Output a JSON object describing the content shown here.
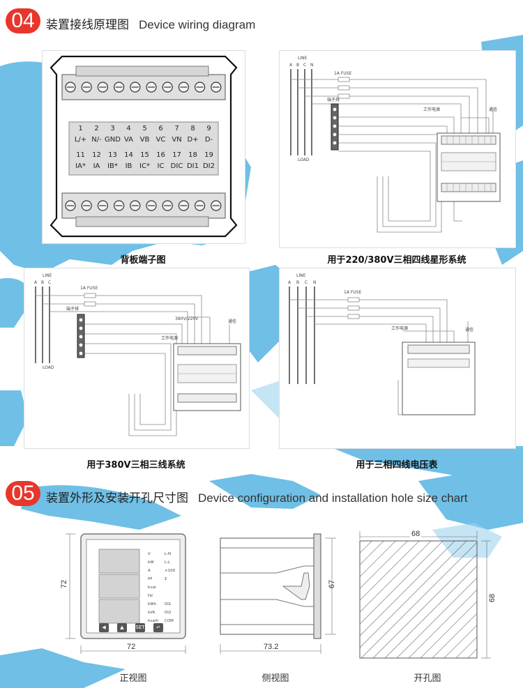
{
  "section04": {
    "num": "04",
    "title_cn": "装置接线原理图",
    "title_en": "Device wiring diagram"
  },
  "section05": {
    "num": "05",
    "title_cn": "装置外形及安装开孔尺寸图",
    "title_en": "Device configuration and installation hole size chart"
  },
  "terminal_board": {
    "caption": "背板端子图",
    "row1_numbers": [
      "1",
      "2",
      "3",
      "4",
      "5",
      "6",
      "7",
      "8",
      "9"
    ],
    "row1_labels": [
      "L/+",
      "N/-",
      "GND",
      "VA",
      "VB",
      "VC",
      "VN",
      "D+",
      "D-"
    ],
    "row2_numbers": [
      "11",
      "12",
      "13",
      "14",
      "15",
      "16",
      "17",
      "18",
      "19"
    ],
    "row2_labels": [
      "IA*",
      "IA",
      "IB*",
      "IB",
      "IC*",
      "IC",
      "DIC",
      "DI1",
      "DI2"
    ]
  },
  "wiring_star": {
    "caption": "用于220/380V三相四线星形系统",
    "line": "LINE",
    "phases": [
      "A",
      "B",
      "C",
      "N"
    ],
    "fuse": "1A FUSE",
    "terminal": "端子排",
    "power": "工作电源",
    "comm": "通信",
    "load": "LOAD"
  },
  "wiring_3wire": {
    "caption": "用于380V三相三线系统",
    "line": "LINE",
    "phases": [
      "A",
      "B",
      "C"
    ],
    "fuse": "1A FUSE",
    "terminal": "端子排",
    "power": "工作电源",
    "comm": "通信",
    "load": "LOAD",
    "voltage": "380V/220V"
  },
  "wiring_volt": {
    "caption": "用于三相四线电压表",
    "line": "LINE",
    "phases": [
      "A",
      "B",
      "C",
      "N"
    ],
    "fuse": "1A FUSE",
    "power": "工作电源",
    "comm": "通信"
  },
  "front_view": {
    "caption": "正视图",
    "width": "72",
    "height": "72",
    "indicators_left": [
      "V",
      "kW",
      "A",
      "PF",
      "kvar",
      "Hz",
      "kWh",
      "kVA",
      "kvarh"
    ],
    "indicators_right": [
      "L-N",
      "L-L",
      "×100",
      "Σ",
      "",
      "",
      "DI1",
      "DI2",
      "COM"
    ],
    "buttons": [
      "◀",
      "▲",
      "SET",
      "↵"
    ]
  },
  "side_view": {
    "caption": "侧视图",
    "depth": "73.2",
    "height": "67"
  },
  "hole_view": {
    "caption": "开孔图",
    "width": "68",
    "height": "68"
  }
}
